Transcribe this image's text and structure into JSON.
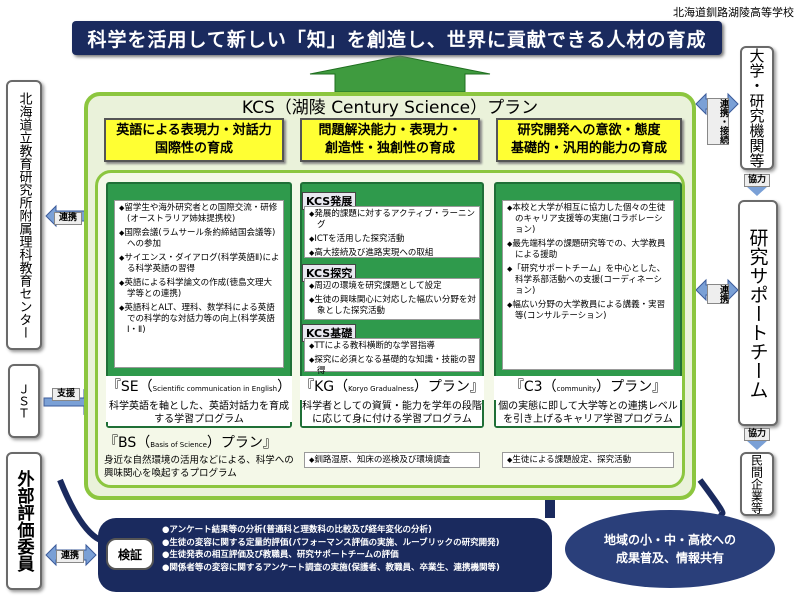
{
  "school": "北海道釧路湖陵高等学校",
  "banner": "科学を活用して新しい「知」を創造し、世界に貢献できる人材の育成",
  "kcs_title": "KCS（湖陵 Century Science）プラン",
  "goals": [
    {
      "line1": "英語による表現力・対話力",
      "line2": "国際性の育成"
    },
    {
      "line1": "問題解決能力・表現力・",
      "line2": "創造性・独創性の育成"
    },
    {
      "line1": "研究開発への意欲・態度",
      "line2": "基礎的・汎用的能力の育成"
    }
  ],
  "se_items": [
    "留学生や海外研究者との国際交流・研修(オーストラリア姉妹提携校)",
    "国際会議(ラムサール条約締結国会議等)への参加",
    "サイエンス・ダイアログ(科学英語Ⅱ)による科学英語の習得",
    "英語による科学論文の作成(徳島文理大学等との連携)",
    "英語科とALT、理科、数学科による英語での科学的な対話力等の向上(科学英語Ⅰ・Ⅱ)"
  ],
  "se_name": "『SE（Scientific communication in English）プラン』",
  "se_name_main1": "『SE（",
  "se_name_small": "Scientific communication in English",
  "se_name_main2": "）プラン』",
  "se_desc": "科学英語を軸とした、英語対話力を育成する学習プログラム",
  "kg_levels": [
    "KCS発展",
    "KCS探究",
    "KCS基礎"
  ],
  "kg_dev": [
    "発展的課題に対するアクティブ・ラーニング",
    "ICTを活用した探究活動",
    "高大接続及び進路実現への取組"
  ],
  "kg_inq": [
    "周辺の環境を研究課題として設定",
    "生徒の興味関心に対応した幅広い分野を対象とした探究活動"
  ],
  "kg_basic": [
    "TTによる教科横断的な学習指導",
    "探究に必須となる基礎的な知識・技能の習得"
  ],
  "kg_name_main1": "『KG（",
  "kg_name_small": "Koryo Gradualness",
  "kg_name_main2": "）プラン』",
  "kg_desc": "科学者としての資質・能力を学年の段階に応じて身に付ける学習プログラム",
  "c3_items": [
    "本校と大学が相互に協力した個々の生徒のキャリア支援等の実施(コラボレーション)",
    "最先端科学の課題研究等での、大学教員による援助",
    "「研究サポートチーム」を中心とした、科学系部活動への支援(コーディネーション)",
    "幅広い分野の大学教員による講義・実習等(コンサルテーション)"
  ],
  "c3_name_main1": "『C3（",
  "c3_name_small": "community",
  "c3_name_main2": "）プラン』",
  "c3_desc": "個の実態に即して大学等との連携レベルを引き上げるキャリア学習プログラム",
  "bs_name_main1": "『BS（",
  "bs_name_small": "Basis of Science",
  "bs_name_main2": "）プラン』",
  "bs_desc": "身近な自然環境の活用などによる、科学への興味関心を喚起するプログラム",
  "bs_item_kg": "釧路湿原、知床の巡検及び環境調査",
  "bs_item_c3": "生徒による課題設定、探究活動",
  "left_org": "北海道立教育研究所附属理科教育センター",
  "jst": "ＪＳＴ",
  "eval": "外部評価委員",
  "tags": {
    "renkei": "連携",
    "shien": "支援",
    "renkei_setsuzoku": "連携・接続",
    "kyoryoku": "協力"
  },
  "right_univ": "大学・研究機関等",
  "right_team": "研究サポートチーム",
  "right_company": "民間企業等",
  "verify": "検証",
  "verify_items": [
    "アンケート結果等の分析(普通科と理数科の比較及び経年変化の分析)",
    "生徒の変容に関する定量的評価(パフォーマンス評価の実施、ルーブリックの研究開発)",
    "生徒発表の相互評価及び教職員、研究サポートチームの評価",
    "関係者等の変容に関するアンケート調査の実施(保護者、教職員、卒業生、連携機関等)"
  ],
  "spread": "地域の小・中・高校への成果普及、情報共有"
}
